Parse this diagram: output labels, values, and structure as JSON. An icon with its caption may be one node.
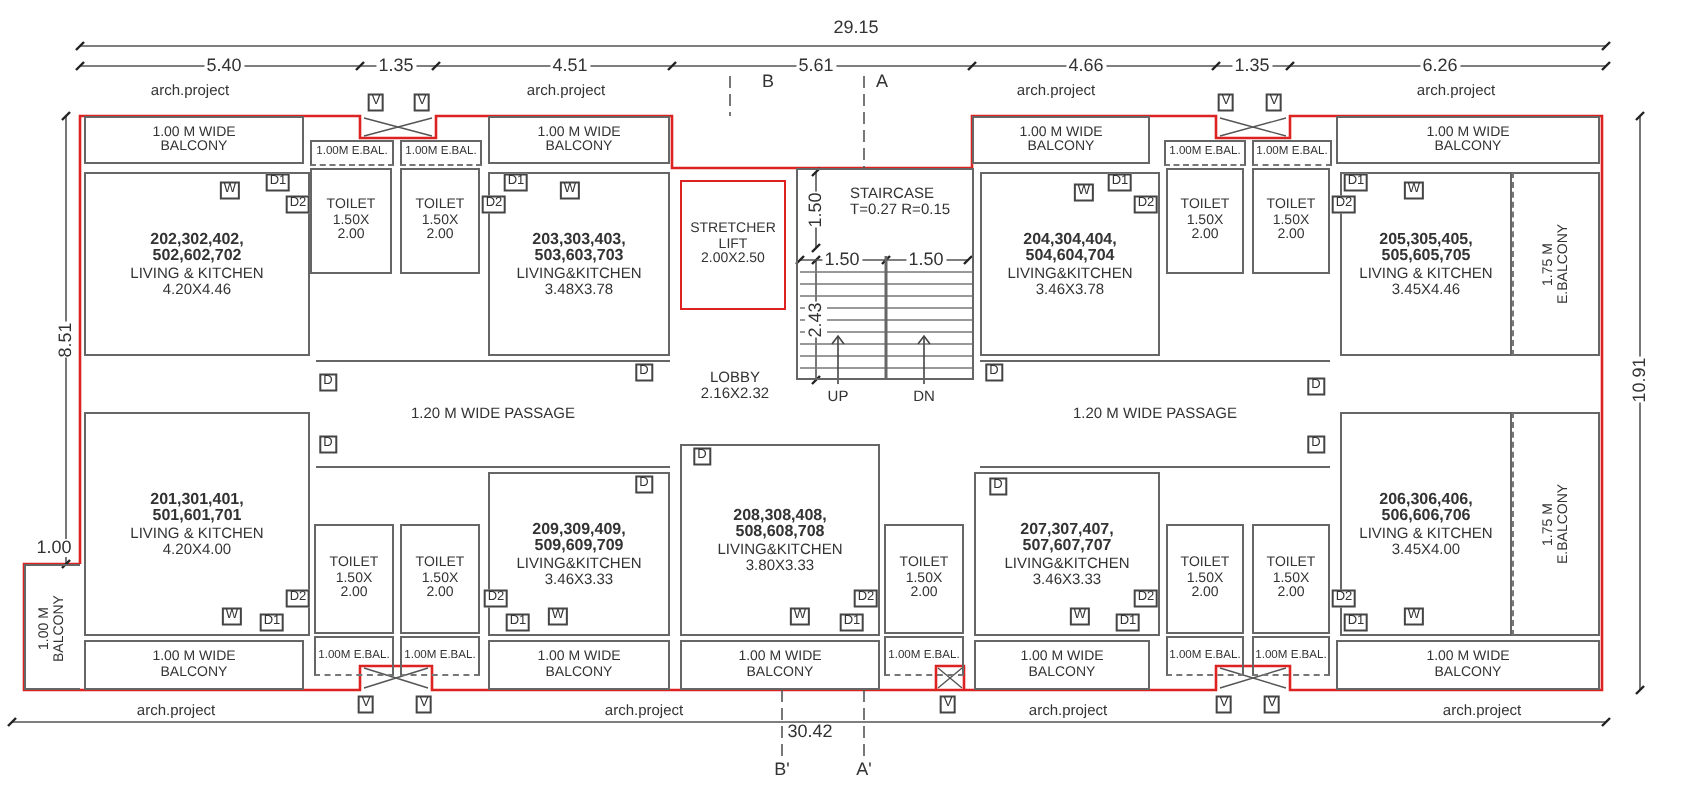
{
  "diagram": {
    "nodes": [
      {
        "text": [
          "1.00 M WIDE BALCONY"
        ]
      },
      {
        "text": [
          "1.00M E.BAL."
        ]
      },
      {
        "text": [
          "1.00M E.BAL."
        ]
      },
      {
        "text": [
          "1.00 M WIDE BALCONY"
        ]
      },
      {
        "text": [
          "1.00 M WIDE BALCONY"
        ]
      },
      {
        "text": [
          "1.00M E.BAL."
        ]
      },
      {
        "text": [
          "1.00M E.BAL."
        ]
      },
      {
        "text": [
          "1.00 M WIDE BALCONY"
        ]
      },
      {
        "text": [
          "TOILET 1.50X 2.00"
        ]
      },
      {
        "text": [
          "TOILET 1.50X 2.00"
        ]
      },
      {
        "text": [
          "STRETCHER LIFT 2.00X2.50"
        ]
      },
      {
        "text": [
          "STAIRCASE T=0.27 R=0.15"
        ]
      },
      {
        "text": [
          "TOILET 1.50X 2.00"
        ]
      },
      {
        "text": [
          "TOILET 1.50X 2.00"
        ]
      },
      {
        "text": [
          "202,302,402, 502,602,702",
          "LIVING & KITCHEN 4.20X4.46"
        ]
      },
      {
        "text": [
          "203,303,403, 503,603,703",
          "LIVING&KITCHEN 3.48X3.78"
        ]
      },
      {
        "text": [
          "204,304,404, 504,604,704",
          "LIVING&KITCHEN 3.46X3.78"
        ]
      },
      {
        "text": [
          "205,305,405, 505,605,705",
          "LIVING & KITCHEN 3.45X4.46"
        ]
      },
      {
        "text": [
          "1.75 M E.BALCONY"
        ]
      },
      {
        "text": [
          "LOBBY 2.16X2.32"
        ]
      },
      {
        "text": [
          "1.20 M WIDE PASSAGE"
        ]
      },
      {
        "text": [
          "1.20 M WIDE PASSAGE"
        ]
      },
      {
        "text": [
          "201,301,401, 501,601,701",
          "LIVING & KITCHEN 4.20X4.00"
        ]
      },
      {
        "text": [
          "TOILET 1.50X 2.00"
        ]
      },
      {
        "text": [
          "TOILET 1.50X 2.00"
        ]
      },
      {
        "text": [
          "209,309,409, 509,609,709",
          "LIVING&KITCHEN 3.46X3.33"
        ]
      },
      {
        "text": [
          "208,308,408, 508,608,708",
          "LIVING&KITCHEN 3.80X3.33"
        ]
      },
      {
        "text": [
          "TOILET 1.50X 2.00"
        ]
      },
      {
        "text": [
          "207,307,407, 507,607,707",
          "LIVING&KITCHEN 3.46X3.33"
        ]
      },
      {
        "text": [
          "TOILET 1.50X 2.00"
        ]
      },
      {
        "text": [
          "TOILET 1.50X 2.00"
        ]
      },
      {
        "text": [
          "206,306,406, 506,606,706",
          "LIVING & KITCHEN 3.45X4.00"
        ]
      },
      {
        "text": [
          "1.75 M E.BALCONY"
        ]
      },
      {
        "text": [
          "1.00 M BALCONY"
        ]
      },
      {
        "text": [
          "1.00 M WIDE BALCONY"
        ]
      },
      {
        "text": [
          "1.00M E.BAL."
        ]
      },
      {
        "text": [
          "1.00M E.BAL."
        ]
      },
      {
        "text": [
          "1.00 M WIDE BALCONY"
        ]
      },
      {
        "text": [
          "1.00 M WIDE BALCONY"
        ]
      },
      {
        "text": [
          "1.00M E.BAL."
        ]
      },
      {
        "text": [
          "1.00 M WIDE BALCONY"
        ]
      },
      {
        "text": [
          "1.00M E.BAL."
        ]
      },
      {
        "text": [
          "1.00M E.BAL."
        ]
      },
      {
        "text": [
          "1.00 M WIDE BALCONY"
        ]
      }
    ],
    "labels": [
      "29.15",
      "5.40",
      "1.35",
      "4.51",
      "5.61",
      "4.66",
      "1.35",
      "6.26",
      "B",
      "A",
      "arch.project",
      "arch.project",
      "arch.project",
      "arch.project",
      "V",
      "V",
      "V",
      "V",
      "D1",
      "D1",
      "D1",
      "D1",
      "W",
      "W",
      "W",
      "W",
      "D2",
      "D2",
      "D2",
      "D2",
      "1.50",
      "1.50",
      "1.50",
      "8.51",
      "2.43",
      "10.91",
      "D",
      "D",
      "D",
      "D",
      "UP",
      "DN",
      "D",
      "D",
      "D",
      "D",
      "D",
      "1.00",
      "D2",
      "D2",
      "D2",
      "D2",
      "D2",
      "W",
      "W",
      "W",
      "W",
      "W",
      "D1",
      "D1",
      "D1",
      "D1",
      "D1",
      "V",
      "V",
      "V",
      "V",
      "V",
      "arch.project",
      "arch.project",
      "arch.project",
      "arch.project",
      "30.42",
      "B'",
      "A'"
    ]
  }
}
